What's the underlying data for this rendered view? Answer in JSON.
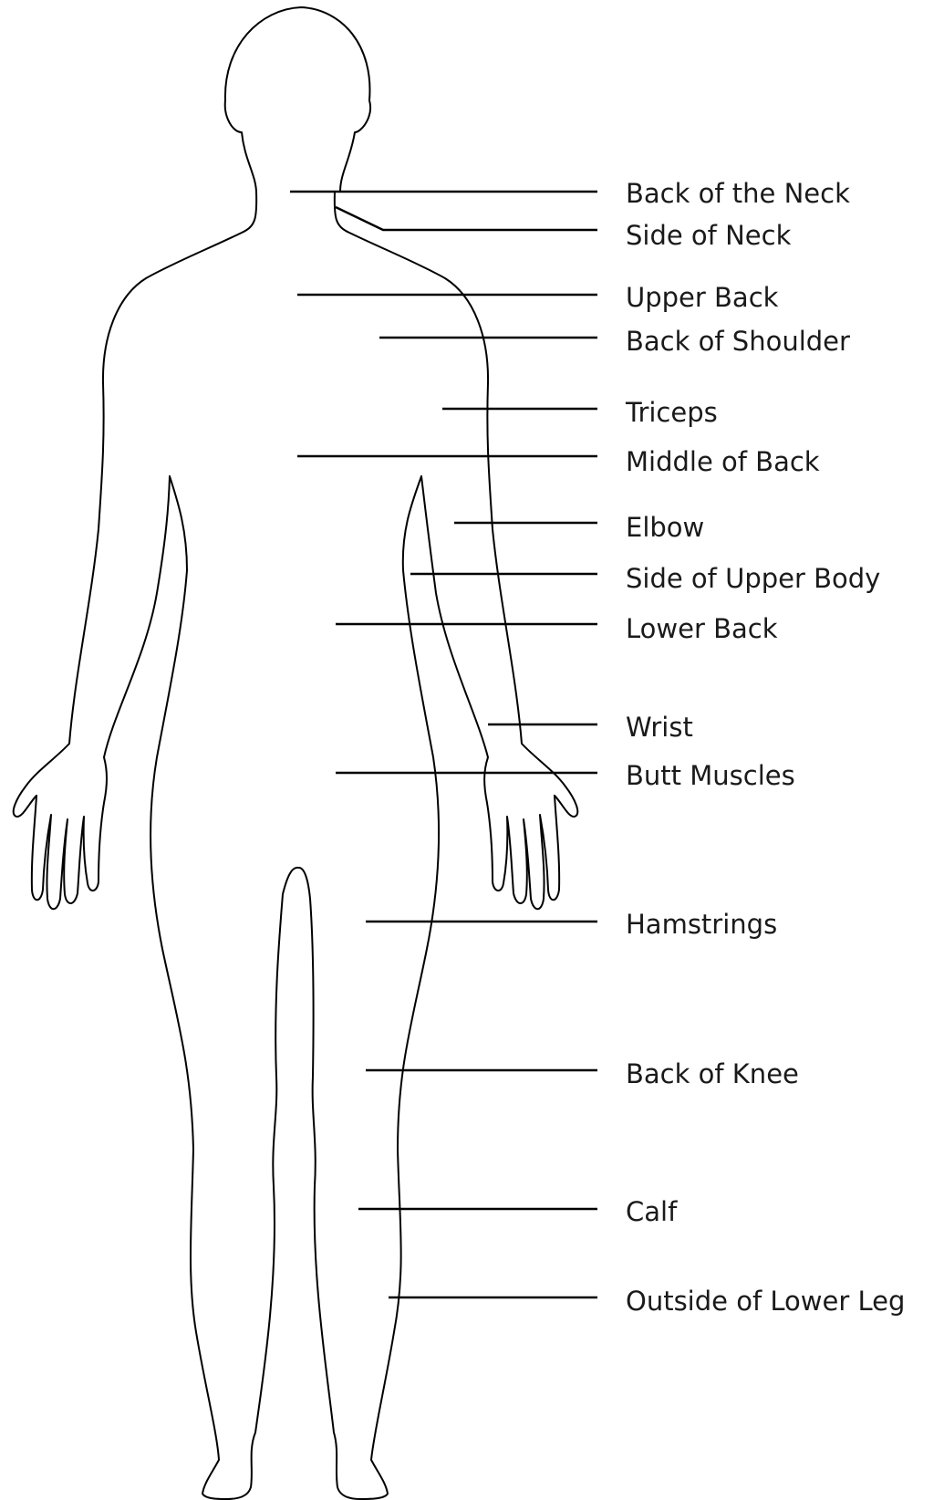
{
  "labels": [
    {
      "id": "back-of-neck",
      "text": "Back of the Neck"
    },
    {
      "id": "side-of-neck",
      "text": "Side of Neck"
    },
    {
      "id": "upper-back",
      "text": "Upper Back"
    },
    {
      "id": "back-of-shoulder",
      "text": "Back of Shoulder"
    },
    {
      "id": "triceps",
      "text": "Triceps"
    },
    {
      "id": "middle-of-back",
      "text": "Middle of Back"
    },
    {
      "id": "elbow",
      "text": "Elbow"
    },
    {
      "id": "side-of-upper-body",
      "text": "Side of Upper Body"
    },
    {
      "id": "lower-back",
      "text": "Lower Back"
    },
    {
      "id": "wrist",
      "text": "Wrist"
    },
    {
      "id": "butt-muscles",
      "text": "Butt Muscles"
    },
    {
      "id": "hamstrings",
      "text": "Hamstrings"
    },
    {
      "id": "back-of-knee",
      "text": "Back of Knee"
    },
    {
      "id": "calf",
      "text": "Calf"
    },
    {
      "id": "outside-of-lower-leg",
      "text": "Outside of Lower Leg"
    }
  ]
}
